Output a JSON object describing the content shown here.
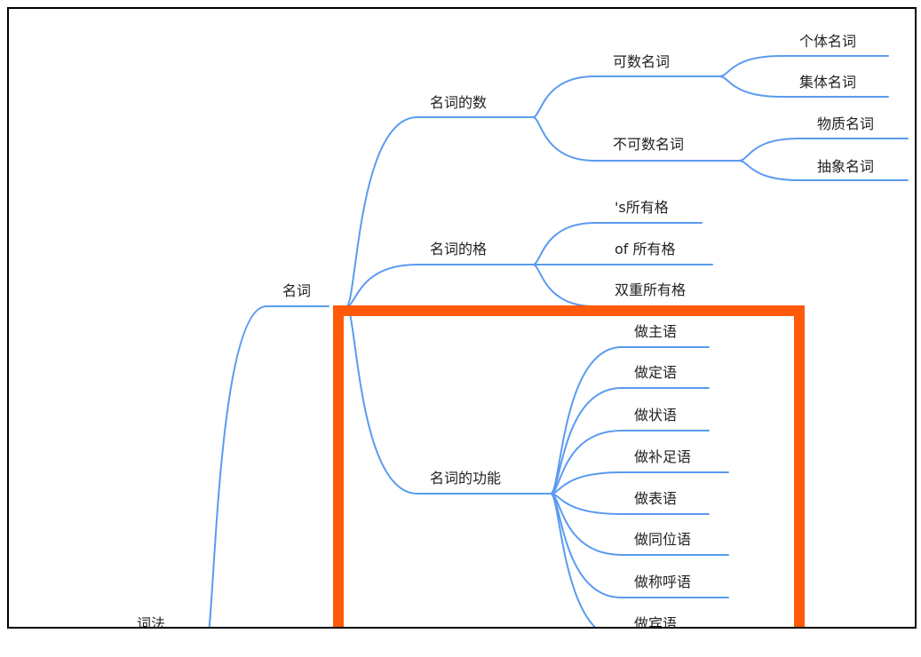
{
  "root": {
    "label": "词法"
  },
  "noun": {
    "label": "名词"
  },
  "number": {
    "label": "名词的数",
    "countable": {
      "label": "可数名词",
      "children": [
        "个体名词",
        "集体名词"
      ]
    },
    "uncountable": {
      "label": "不可数名词",
      "children": [
        "物质名词",
        "抽象名词"
      ]
    }
  },
  "case": {
    "label": "名词的格",
    "children": [
      "'s所有格",
      "of 所有格",
      "双重所有格"
    ]
  },
  "function": {
    "label": "名词的功能",
    "children": [
      "做主语",
      "做定语",
      "做状语",
      "做补足语",
      "做表语",
      "做同位语",
      "做称呼语",
      "做宾语"
    ]
  },
  "colors": {
    "branch": "#5b9bf0",
    "highlight": "#ff5a0a",
    "frame": "#000000"
  }
}
